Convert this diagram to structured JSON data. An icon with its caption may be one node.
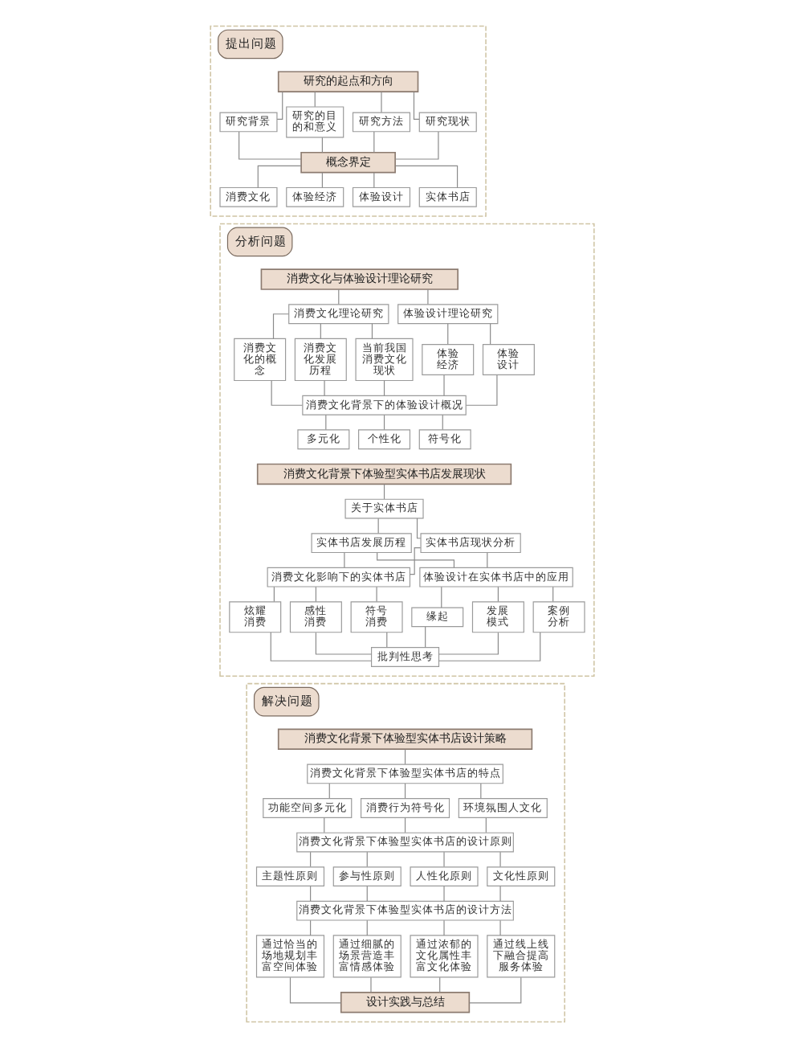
{
  "diagram": {
    "nodes": [
      {
        "text": [
          "提出问题"
        ]
      },
      {
        "text": [
          "研究的起点和方向"
        ],
        "in": 0
      },
      {
        "text": [
          "研究背景"
        ],
        "in": 0
      },
      {
        "text": [
          "研究的目的和意义"
        ],
        "in": 0
      },
      {
        "text": [
          "研究方法"
        ],
        "in": 0
      },
      {
        "text": [
          "研究现状"
        ],
        "in": 0
      },
      {
        "text": [
          "概念界定"
        ],
        "in": 0
      },
      {
        "text": [
          "消费文化"
        ],
        "in": 0
      },
      {
        "text": [
          "体验经济"
        ],
        "in": 0
      },
      {
        "text": [
          "体验设计"
        ],
        "in": 0
      },
      {
        "text": [
          "实体书店"
        ],
        "in": 0
      },
      {
        "text": [
          "分析问题"
        ]
      },
      {
        "text": [
          "消费文化与体验设计理论研究"
        ],
        "in": 11
      },
      {
        "text": [
          "消费文化理论研究"
        ],
        "in": 11
      },
      {
        "text": [
          "体验设计理论研究"
        ],
        "in": 11
      },
      {
        "text": [
          "消费文化的概念"
        ],
        "in": 11
      },
      {
        "text": [
          "消费文化发展历程"
        ],
        "in": 11
      },
      {
        "text": [
          "当前我国消费文化现状"
        ],
        "in": 11
      },
      {
        "text": [
          "体验经济"
        ],
        "in": 11
      },
      {
        "text": [
          "体验设计"
        ],
        "in": 11
      },
      {
        "text": [
          "消费文化背景下的体验设计概况"
        ],
        "in": 11
      },
      {
        "text": [
          "多元化"
        ],
        "in": 11
      },
      {
        "text": [
          "个性化"
        ],
        "in": 11
      },
      {
        "text": [
          "符号化"
        ],
        "in": 11
      },
      {
        "text": [
          "消费文化背景下体验型实体书店发展现状"
        ],
        "in": 11
      },
      {
        "text": [
          "关于实体书店"
        ],
        "in": 11
      },
      {
        "text": [
          "实体书店发展历程"
        ],
        "in": 11
      },
      {
        "text": [
          "实体书店现状分析"
        ],
        "in": 11
      },
      {
        "text": [
          "消费文化影响下的实体书店"
        ],
        "in": 11
      },
      {
        "text": [
          "体验设计在实体书店中的应用"
        ],
        "in": 11
      },
      {
        "text": [
          "炫耀消费"
        ],
        "in": 11
      },
      {
        "text": [
          "感性消费"
        ],
        "in": 11
      },
      {
        "text": [
          "符号消费"
        ],
        "in": 11
      },
      {
        "text": [
          "缘起"
        ],
        "in": 11
      },
      {
        "text": [
          "发展模式"
        ],
        "in": 11
      },
      {
        "text": [
          "案例分析"
        ],
        "in": 11
      },
      {
        "text": [
          "批判性思考"
        ],
        "in": 11
      },
      {
        "text": [
          "解决问题"
        ]
      },
      {
        "text": [
          "消费文化背景下体验型实体书店设计策略"
        ],
        "in": 37
      },
      {
        "text": [
          "消费文化背景下体验型实体书店的特点"
        ],
        "in": 37
      },
      {
        "text": [
          "功能空间多元化"
        ],
        "in": 37
      },
      {
        "text": [
          "消费行为符号化"
        ],
        "in": 37
      },
      {
        "text": [
          "环境氛围人文化"
        ],
        "in": 37
      },
      {
        "text": [
          "消费文化背景下体验型实体书店的设计原则"
        ],
        "in": 37
      },
      {
        "text": [
          "主题性原则"
        ],
        "in": 37
      },
      {
        "text": [
          "参与性原则"
        ],
        "in": 37
      },
      {
        "text": [
          "人性化原则"
        ],
        "in": 37
      },
      {
        "text": [
          "文化性原则"
        ],
        "in": 37
      },
      {
        "text": [
          "消费文化背景下体验型实体书店的设计方法"
        ],
        "in": 37
      },
      {
        "text": [
          "通过恰当的场地规划丰富空间体验"
        ],
        "in": 37
      },
      {
        "text": [
          "通过细腻的场景营造丰富情感体验"
        ],
        "in": 37
      },
      {
        "text": [
          "通过浓郁的文化属性丰富文化体验"
        ],
        "in": 37
      },
      {
        "text": [
          "通过线上线下融合提高服务体验"
        ],
        "in": 37
      },
      {
        "text": [
          "设计实践与总结"
        ],
        "in": 37
      }
    ],
    "edges": [
      {
        "from": 1,
        "to": 2,
        "arrow": "none"
      },
      {
        "from": 1,
        "to": 3,
        "arrow": "none"
      },
      {
        "from": 1,
        "to": 4,
        "arrow": "none"
      },
      {
        "from": 1,
        "to": 5,
        "arrow": "none"
      },
      {
        "from": 2,
        "to": 6,
        "arrow": "none"
      },
      {
        "from": 3,
        "to": 6,
        "arrow": "none"
      },
      {
        "from": 4,
        "to": 6,
        "arrow": "none"
      },
      {
        "from": 5,
        "to": 6,
        "arrow": "none"
      },
      {
        "from": 6,
        "to": 7,
        "arrow": "none"
      },
      {
        "from": 6,
        "to": 8,
        "arrow": "none"
      },
      {
        "from": 6,
        "to": 9,
        "arrow": "none"
      },
      {
        "from": 6,
        "to": 10,
        "arrow": "none"
      },
      {
        "from": 12,
        "to": 13,
        "arrow": "none"
      },
      {
        "from": 12,
        "to": 14,
        "arrow": "none"
      },
      {
        "from": 13,
        "to": 15,
        "arrow": "none"
      },
      {
        "from": 13,
        "to": 16,
        "arrow": "none"
      },
      {
        "from": 13,
        "to": 17,
        "arrow": "none"
      },
      {
        "from": 14,
        "to": 18,
        "arrow": "none"
      },
      {
        "from": 14,
        "to": 19,
        "arrow": "none"
      },
      {
        "from": 15,
        "to": 20,
        "arrow": "none"
      },
      {
        "from": 16,
        "to": 20,
        "arrow": "none"
      },
      {
        "from": 17,
        "to": 20,
        "arrow": "none"
      },
      {
        "from": 18,
        "to": 20,
        "arrow": "none"
      },
      {
        "from": 19,
        "to": 20,
        "arrow": "none"
      },
      {
        "from": 20,
        "to": 21,
        "arrow": "none"
      },
      {
        "from": 20,
        "to": 22,
        "arrow": "none"
      },
      {
        "from": 20,
        "to": 23,
        "arrow": "none"
      },
      {
        "from": 24,
        "to": 25,
        "arrow": "none"
      },
      {
        "from": 25,
        "to": 26,
        "arrow": "none"
      },
      {
        "from": 25,
        "to": 27,
        "arrow": "none"
      },
      {
        "from": 26,
        "to": 28,
        "arrow": "none"
      },
      {
        "from": 26,
        "to": 29,
        "arrow": "none"
      },
      {
        "from": 27,
        "to": 28,
        "arrow": "none"
      },
      {
        "from": 27,
        "to": 29,
        "arrow": "none"
      },
      {
        "from": 28,
        "to": 30,
        "arrow": "none"
      },
      {
        "from": 28,
        "to": 31,
        "arrow": "none"
      },
      {
        "from": 28,
        "to": 32,
        "arrow": "none"
      },
      {
        "from": 29,
        "to": 33,
        "arrow": "none"
      },
      {
        "from": 29,
        "to": 34,
        "arrow": "none"
      },
      {
        "from": 29,
        "to": 35,
        "arrow": "none"
      },
      {
        "from": 30,
        "to": 36,
        "arrow": "none"
      },
      {
        "from": 31,
        "to": 36,
        "arrow": "none"
      },
      {
        "from": 32,
        "to": 36,
        "arrow": "none"
      },
      {
        "from": 33,
        "to": 36,
        "arrow": "none"
      },
      {
        "from": 34,
        "to": 36,
        "arrow": "none"
      },
      {
        "from": 35,
        "to": 36,
        "arrow": "none"
      },
      {
        "from": 38,
        "to": 39,
        "arrow": "none"
      },
      {
        "from": 39,
        "to": 40,
        "arrow": "none"
      },
      {
        "from": 39,
        "to": 41,
        "arrow": "none"
      },
      {
        "from": 39,
        "to": 42,
        "arrow": "none"
      },
      {
        "from": 40,
        "to": 43,
        "arrow": "none"
      },
      {
        "from": 41,
        "to": 43,
        "arrow": "none"
      },
      {
        "from": 42,
        "to": 43,
        "arrow": "none"
      },
      {
        "from": 43,
        "to": 44,
        "arrow": "none"
      },
      {
        "from": 43,
        "to": 45,
        "arrow": "none"
      },
      {
        "from": 43,
        "to": 46,
        "arrow": "none"
      },
      {
        "from": 43,
        "to": 47,
        "arrow": "none"
      },
      {
        "from": 44,
        "to": 48,
        "arrow": "none"
      },
      {
        "from": 45,
        "to": 48,
        "arrow": "none"
      },
      {
        "from": 46,
        "to": 48,
        "arrow": "none"
      },
      {
        "from": 47,
        "to": 48,
        "arrow": "none"
      },
      {
        "from": 48,
        "to": 49,
        "arrow": "none"
      },
      {
        "from": 48,
        "to": 50,
        "arrow": "none"
      },
      {
        "from": 48,
        "to": 51,
        "arrow": "none"
      },
      {
        "from": 48,
        "to": 52,
        "arrow": "none"
      },
      {
        "from": 49,
        "to": 53,
        "arrow": "none"
      },
      {
        "from": 50,
        "to": 53,
        "arrow": "none"
      },
      {
        "from": 51,
        "to": 53,
        "arrow": "none"
      },
      {
        "from": 52,
        "to": 53,
        "arrow": "none"
      }
    ]
  }
}
